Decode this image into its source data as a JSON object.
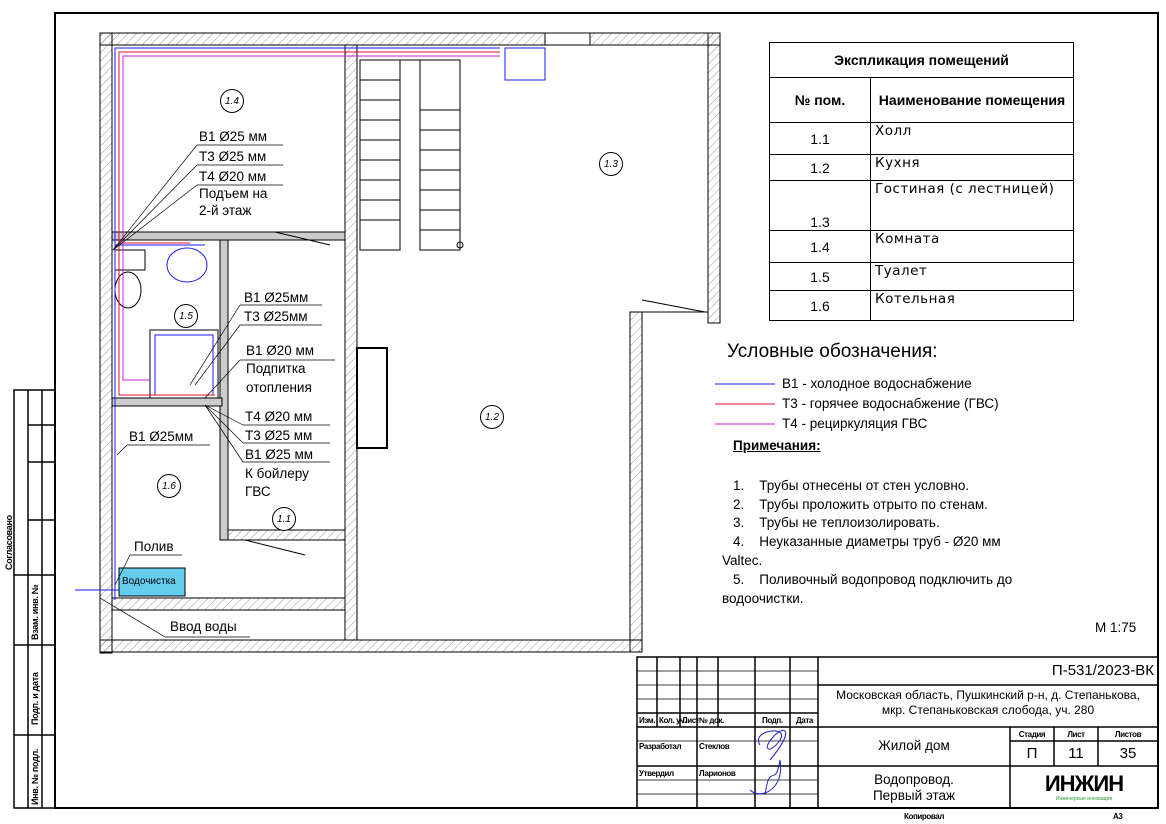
{
  "explication": {
    "title": "Экспликация помещений",
    "col_num": "№ пом.",
    "col_name": "Наименование помещения",
    "rows": [
      {
        "num": "1.1",
        "name": "Холл"
      },
      {
        "num": "1.2",
        "name": "Кухня"
      },
      {
        "num": "1.3",
        "name": "Гостиная (с лестницей)"
      },
      {
        "num": "1.4",
        "name": "Комната"
      },
      {
        "num": "1.5",
        "name": "Туалет"
      },
      {
        "num": "1.6",
        "name": "Котельная"
      }
    ]
  },
  "legend": {
    "title": "Условные обозначения:",
    "items": [
      {
        "label": "В1 - холодное водоснабжение",
        "color": "#1a1aff"
      },
      {
        "label": "Т3 - горячее водоснабжение (ГВС)",
        "color": "#e01030"
      },
      {
        "label": "Т4 - рециркуляция ГВС",
        "color": "#d020d0"
      }
    ]
  },
  "notes": {
    "title": "Примечания:",
    "items": [
      "1.    Трубы отнесены от стен условно.",
      "2.    Трубы проложить отрыто по стенам.",
      "3.    Трубы не теплоизолировать.",
      "4.    Неуказанные диаметры труб - Ø20 мм",
      "Valtec.",
      "5.    Поливочный водопровод подключить до",
      "водоочистки."
    ]
  },
  "scale": "М 1:75",
  "plan": {
    "rooms": [
      "1.1",
      "1.2",
      "1.3",
      "1.4",
      "1.5",
      "1.6"
    ],
    "labels": {
      "r14_b1": "В1 Ø25 мм",
      "r14_t3": "Т3 Ø25 мм",
      "r14_t4": "Т4 Ø20 мм",
      "r14_rise1": "Подъем на",
      "r14_rise2": "2-й этаж",
      "r15_b1": "В1 Ø25мм",
      "r15_t3": "Т3 Ø25мм",
      "heat_b1": "В1 Ø20 мм",
      "heat_1": "Подпитка",
      "heat_2": "отопления",
      "boil_t4": "Т4 Ø20 мм",
      "boil_t3": "Т3 Ø25 мм",
      "boil_b1": "В1 Ø25 мм",
      "boil_1": "К бойлеру",
      "boil_2": "ГВС",
      "r16_b1": "В1 Ø25мм",
      "poliv": "Полив",
      "filter": "Водочистка",
      "inlet": "Ввод воды"
    }
  },
  "titleblock": {
    "code": "П-531/2023-ВК",
    "address1": "Московская область, Пушкинский р-н, д. Степанькова,",
    "address2": "мкр. Степаньковская слобода, уч. 280",
    "headers": [
      "Изм.",
      "Кол. уч.",
      "Лист",
      "№ док.",
      "Подп.",
      "Дата"
    ],
    "developed_role": "Разработал",
    "developed_name": "Стеклов",
    "approved_role": "Утвердил",
    "approved_name": "Ларионов",
    "object": "Жилой дом",
    "sheet_title1": "Водопровод.",
    "sheet_title2": "Первый этаж",
    "stage_label": "Стадия",
    "sheet_label": "Лист",
    "sheets_label": "Листов",
    "stage": "П",
    "sheet": "11",
    "sheets": "35",
    "logo": "ИНЖИН",
    "logo_sub": "Инженерные инновации",
    "copied": "Копировал",
    "format": "А3"
  },
  "side_stamp": {
    "agreed": "Согласовано",
    "inv_replace": "Взам. инв. №",
    "sign_date": "Подп. и дата",
    "inv_orig": "Инв. № подл."
  }
}
